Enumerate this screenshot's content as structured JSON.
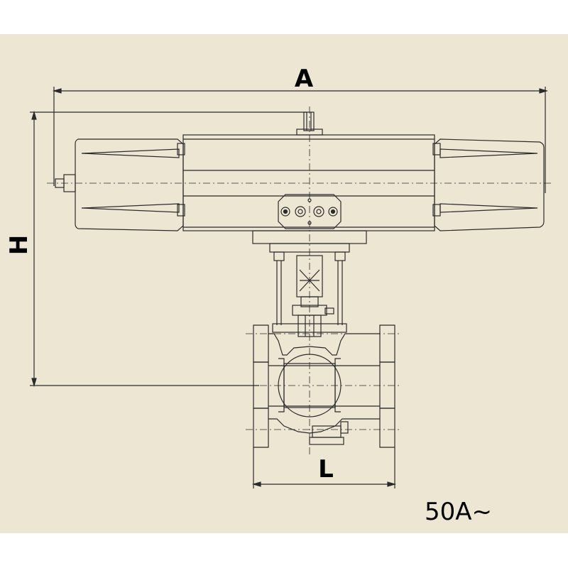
{
  "dimensions": {
    "width_label": "A",
    "height_label": "H",
    "length_label": "L"
  },
  "size_note": "50A~",
  "colors": {
    "background": "#ede6d3",
    "line": "#2b2b2b",
    "outer_margin": "#ffffff"
  }
}
